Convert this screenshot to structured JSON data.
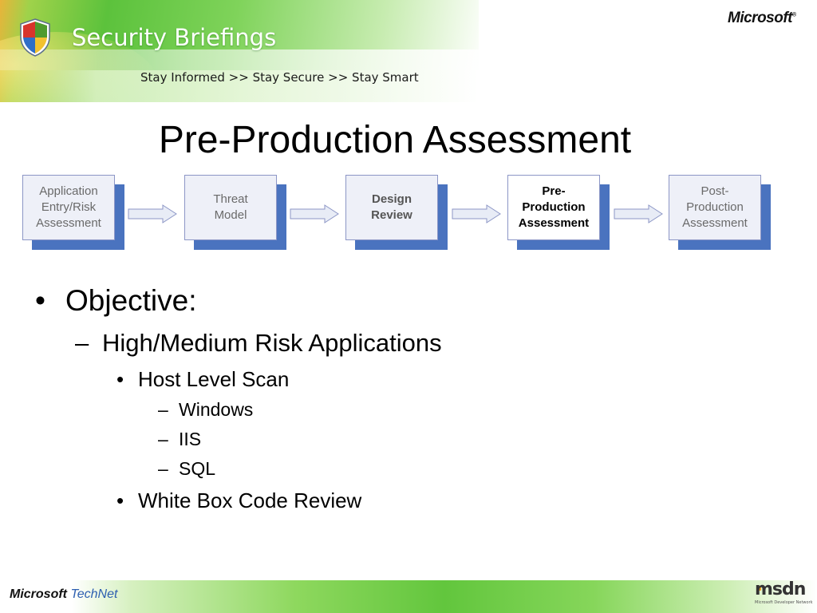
{
  "header": {
    "title": "Security Briefings",
    "tagline": "Stay Informed >> Stay Secure >> Stay Smart",
    "brand": "Microsoft",
    "brand_mark": "®"
  },
  "slide": {
    "title": "Pre-Production Assessment"
  },
  "process": {
    "steps": [
      {
        "line1": "Application",
        "line2": "Entry/Risk",
        "line3": "Assessment",
        "style": "normal"
      },
      {
        "line1": "Threat",
        "line2": "Model",
        "style": "normal"
      },
      {
        "line1": "Design",
        "line2": "Review",
        "style": "bold"
      },
      {
        "line1": "Pre-",
        "line2": "Production",
        "line3": "Assessment",
        "style": "current"
      },
      {
        "line1": "Post-",
        "line2": "Production",
        "line3": "Assessment",
        "style": "normal"
      }
    ],
    "colors": {
      "box_fill": "#eef0f8",
      "shadow": "#4a73bf",
      "arrow_fill": "#e8ecf6",
      "arrow_stroke": "#8c96c6"
    }
  },
  "bullets": {
    "objective": "Objective:",
    "risk": "High/Medium Risk Applications",
    "host_scan": "Host Level Scan",
    "windows": "Windows",
    "iis": "IIS",
    "sql": "SQL",
    "code_review": "White Box Code Review",
    "markers": {
      "bullet": "•",
      "dash": "–"
    }
  },
  "footer": {
    "brand": "Microsoft",
    "product": "TechNet",
    "msdn": "msdn",
    "msdn_sub": "Microsoft Developer Network"
  }
}
